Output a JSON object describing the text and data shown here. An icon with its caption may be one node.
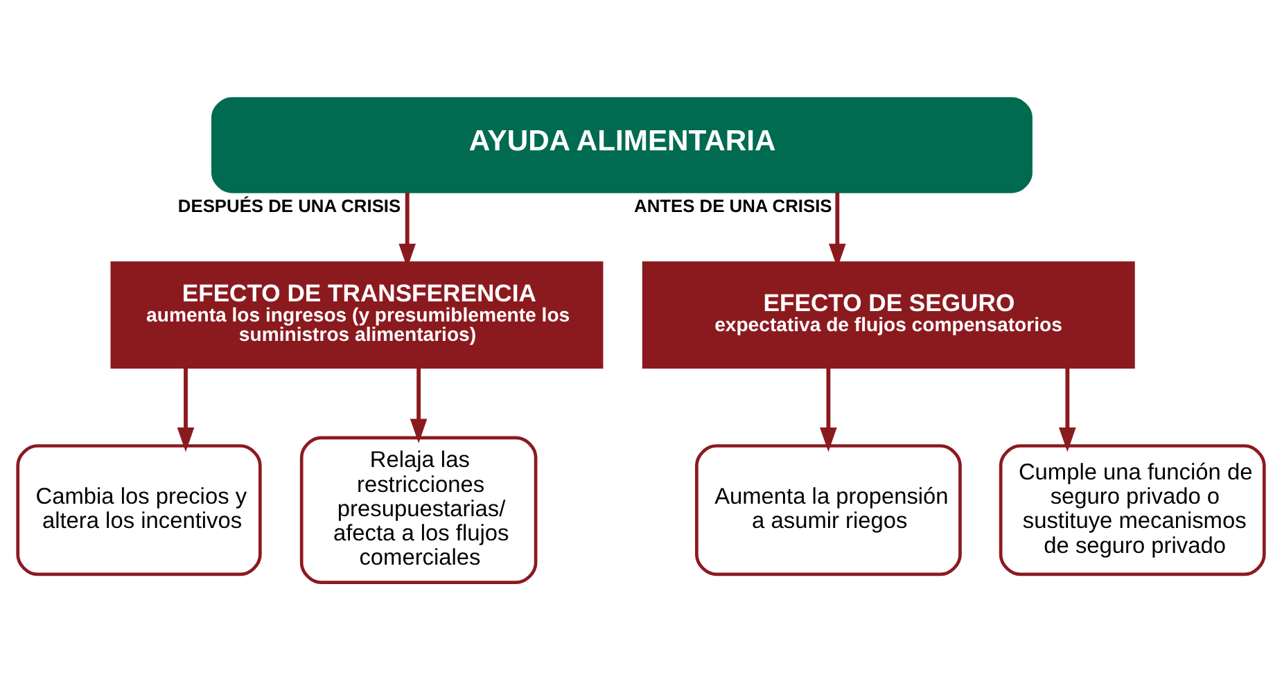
{
  "diagram": {
    "nodes": [
      {
        "text": [
          "AYUDA ALIMENTARIA"
        ]
      },
      {
        "text": [
          "EFECTO DE TRANSFERENCIA",
          "aumenta los ingresos (y presumiblemente los suministros alimentarios)"
        ]
      },
      {
        "text": [
          "EFECTO DE SEGURO",
          "expectativa de flujos compensatorios"
        ]
      },
      {
        "text": [
          "Cambia los precios y altera los incentivos"
        ]
      },
      {
        "text": [
          "Relaja las restricciones presupuestarias/ afecta a los flujos comerciales"
        ]
      },
      {
        "text": [
          "Aumenta la propensión a asumir riegos"
        ]
      },
      {
        "text": [
          "Cumple una función de seguro privado o sustituye mecanismos de seguro privado"
        ]
      }
    ],
    "edges": [
      {
        "from": 0,
        "to": 1,
        "arrow": "to",
        "label": "DESPUÉS DE UNA CRISIS"
      },
      {
        "from": 0,
        "to": 2,
        "arrow": "to",
        "label": "ANTES DE UNA CRISIS"
      },
      {
        "from": 1,
        "to": 3,
        "arrow": "to"
      },
      {
        "from": 1,
        "to": 4,
        "arrow": "to"
      },
      {
        "from": 2,
        "to": 5,
        "arrow": "to"
      },
      {
        "from": 2,
        "to": 6,
        "arrow": "to"
      }
    ]
  }
}
